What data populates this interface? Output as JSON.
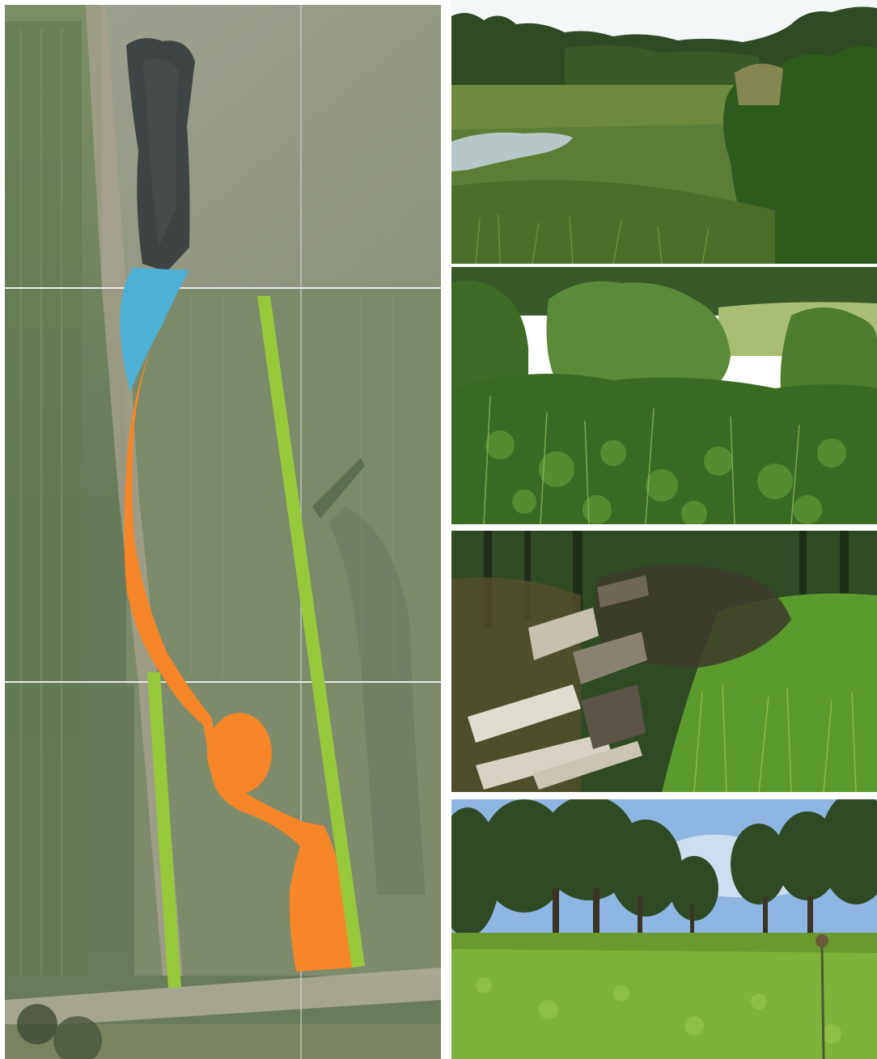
{
  "figure": {
    "panels": [
      "aerial-map",
      "wet-meadow-photo",
      "shrub-hedge-photo",
      "deadwood-pile-photo",
      "tree-row-photo"
    ]
  },
  "aerial": {
    "colors": {
      "pond": "#4fb0d6",
      "planting": "#f5872a",
      "hedge": "#98c93c",
      "field": "#6e7f5e",
      "grid": "#e8e8e8"
    }
  },
  "photos": {
    "colors": {
      "sky": "#f4f7f8",
      "grass": "#4e7a2e",
      "shrub": "#3d6b24",
      "wood": "#d8d2c4",
      "sky_blue": "#8fb6e2"
    }
  }
}
